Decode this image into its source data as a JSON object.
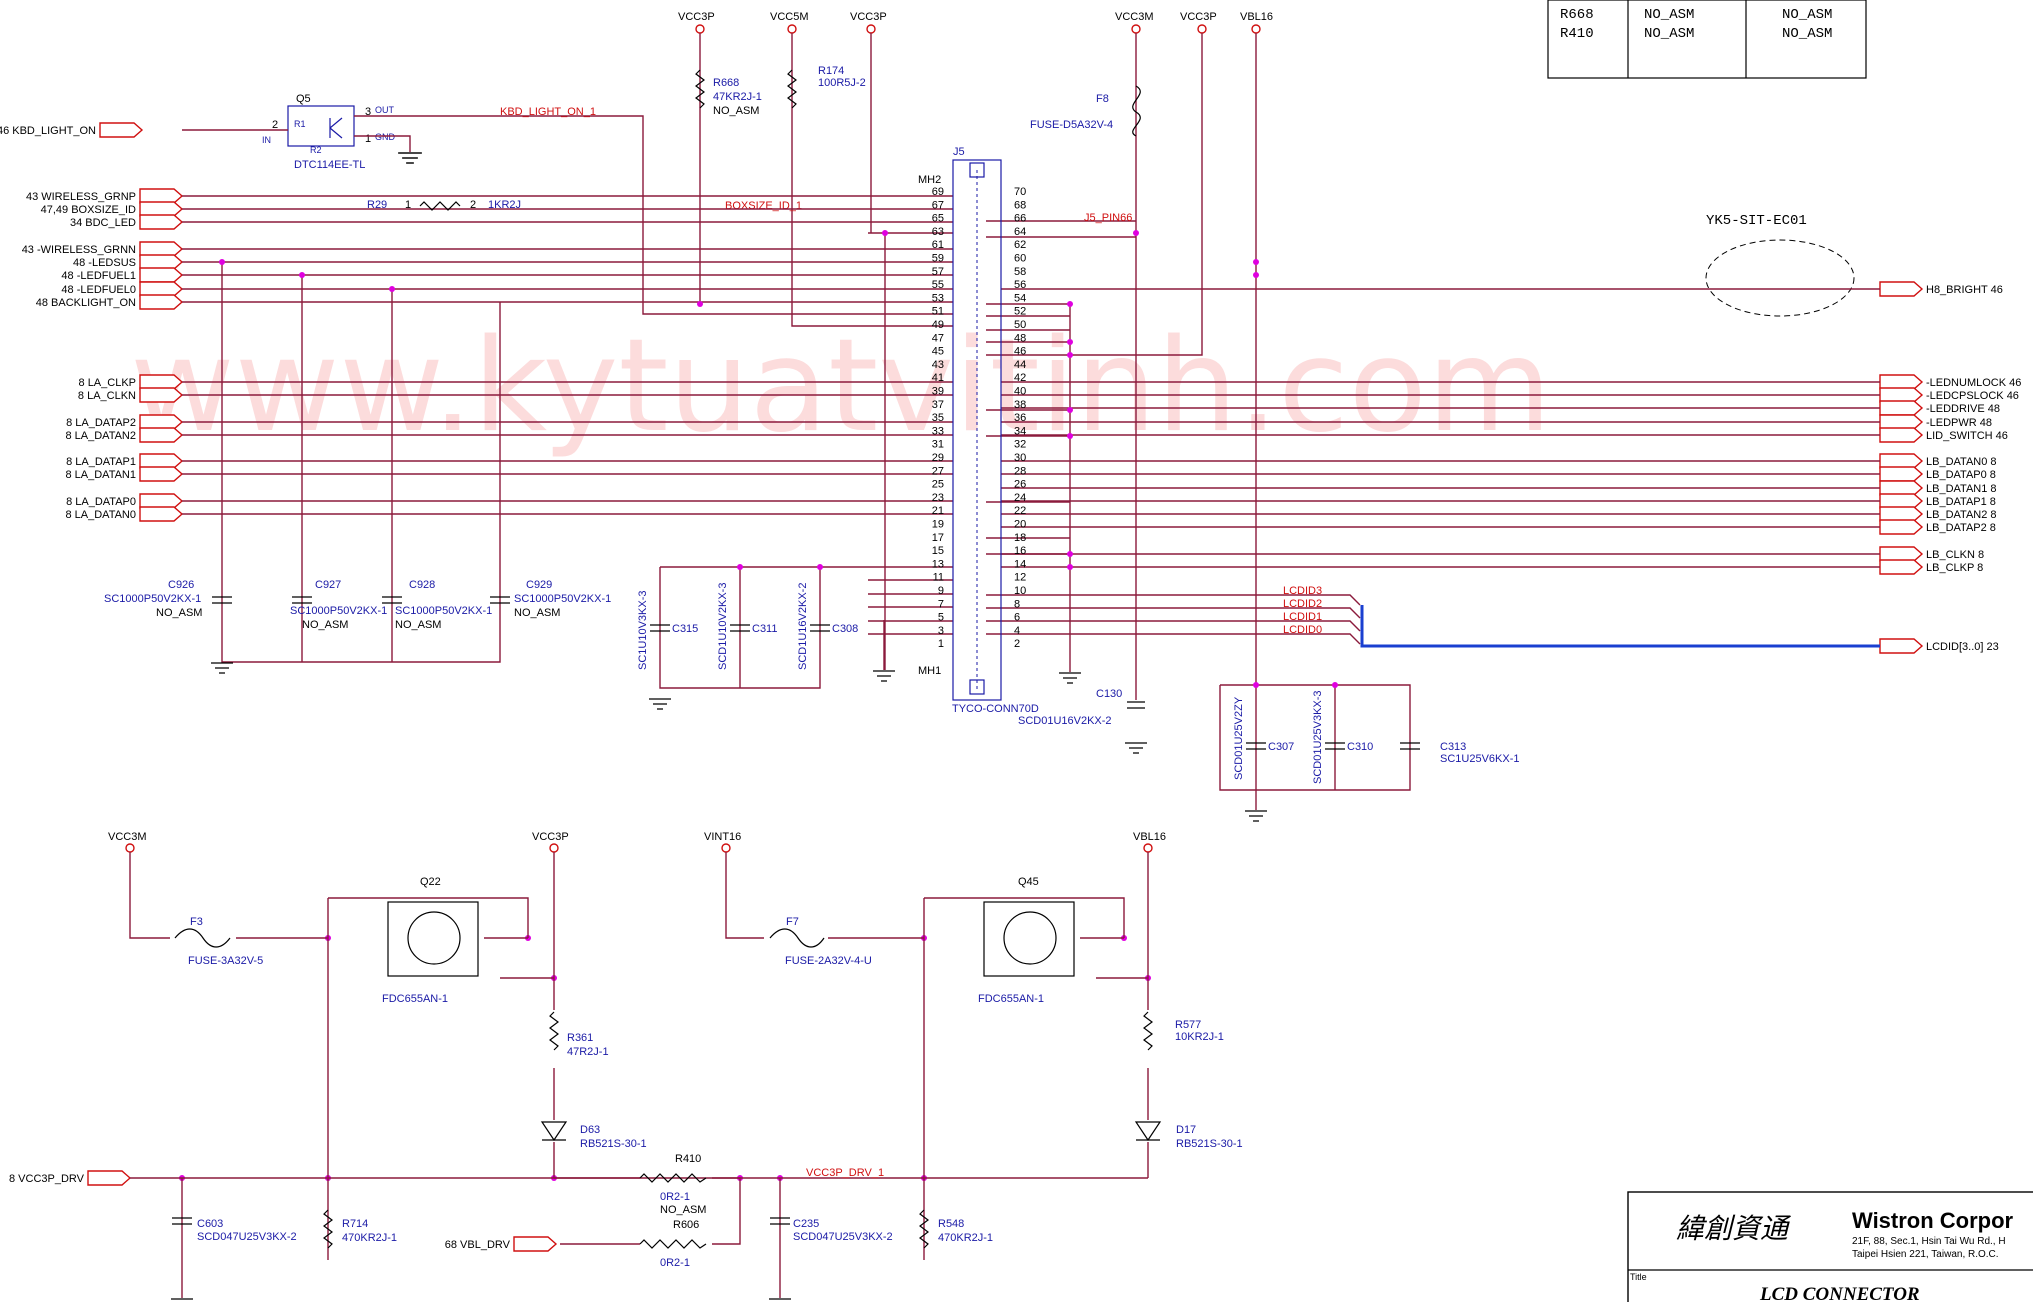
{
  "watermark": "www.kytuatvitinh.com",
  "signature": "YK5-SIT-EC01",
  "power_labels": {
    "top_vcc3p_a": "VCC3P",
    "top_vcc5m": "VCC5M",
    "top_vcc3p_b": "VCC3P",
    "top_vcc3m": "VCC3M",
    "top_vcc3p_c": "VCC3P",
    "top_vbl16": "VBL16",
    "bot_vcc3m": "VCC3M",
    "bot_vcc3p": "VCC3P",
    "bot_vint16": "VINT16",
    "bot_vbl16": "VBL16"
  },
  "table": {
    "rows": [
      [
        "R668",
        "NO_ASM",
        "NO_ASM"
      ],
      [
        "R410",
        "NO_ASM",
        "NO_ASM"
      ]
    ]
  },
  "left_nets": [
    {
      "page": "46",
      "name": "KBD_LIGHT_ON"
    },
    {
      "page": "43",
      "name": "WIRELESS_GRNP"
    },
    {
      "page": "47,49",
      "name": "BOXSIZE_ID"
    },
    {
      "page": "34",
      "name": "BDC_LED"
    },
    {
      "page": "43",
      "name": "-WIRELESS_GRNN"
    },
    {
      "page": "48",
      "name": "-LEDSUS"
    },
    {
      "page": "48",
      "name": "-LEDFUEL1"
    },
    {
      "page": "48",
      "name": "-LEDFUEL0"
    },
    {
      "page": "48",
      "name": "BACKLIGHT_ON"
    },
    {
      "page": "8",
      "name": "LA_CLKP"
    },
    {
      "page": "8",
      "name": "LA_CLKN"
    },
    {
      "page": "8",
      "name": "LA_DATAP2"
    },
    {
      "page": "8",
      "name": "LA_DATAN2"
    },
    {
      "page": "8",
      "name": "LA_DATAP1"
    },
    {
      "page": "8",
      "name": "LA_DATAN1"
    },
    {
      "page": "8",
      "name": "LA_DATAP0"
    },
    {
      "page": "8",
      "name": "LA_DATAN0"
    },
    {
      "page": "8",
      "name": "VCC3P_DRV"
    },
    {
      "page": "68",
      "name": "VBL_DRV"
    }
  ],
  "right_nets": [
    {
      "name": "H8_BRIGHT",
      "page": "46"
    },
    {
      "name": "-LEDNUMLOCK",
      "page": "46"
    },
    {
      "name": "-LEDCPSLOCK",
      "page": "46"
    },
    {
      "name": "-LEDDRIVE",
      "page": "48"
    },
    {
      "name": "-LEDPWR",
      "page": "48"
    },
    {
      "name": "LID_SWITCH",
      "page": "46"
    },
    {
      "name": "LB_DATAN0",
      "page": "8"
    },
    {
      "name": "LB_DATAP0",
      "page": "8"
    },
    {
      "name": "LB_DATAN1",
      "page": "8"
    },
    {
      "name": "LB_DATAP1",
      "page": "8"
    },
    {
      "name": "LB_DATAN2",
      "page": "8"
    },
    {
      "name": "LB_DATAP2",
      "page": "8"
    },
    {
      "name": "LB_CLKN",
      "page": "8"
    },
    {
      "name": "LB_CLKP",
      "page": "8"
    },
    {
      "name": "LCDID[3..0]",
      "page": "23"
    }
  ],
  "net_names": {
    "kbd_light": "KBD_LIGHT_ON_1",
    "boxsize": "BOXSIZE_ID_1",
    "j5pin66": "J5_PIN66",
    "lcdid3": "LCDID3",
    "lcdid2": "LCDID2",
    "lcdid1": "LCDID1",
    "lcdid0": "LCDID0",
    "vcc3p_drv1": "VCC3P_DRV_1"
  },
  "components": {
    "q5": {
      "ref": "Q5",
      "part": "DTC114EE-TL",
      "in": "IN",
      "out": "OUT",
      "gnd": "GND",
      "r1": "R1",
      "r2": "R2",
      "p1": "1",
      "p2": "2",
      "p3": "3"
    },
    "r668": {
      "ref": "R668",
      "value": "47KR2J-1",
      "note": "NO_ASM"
    },
    "r174": {
      "ref": "R174",
      "value": "100R5J-2"
    },
    "f8": {
      "ref": "F8",
      "value": "FUSE-D5A32V-4"
    },
    "r29": {
      "ref": "R29",
      "value": "1KR2J",
      "p1": "1",
      "p2": "2"
    },
    "j5": {
      "ref": "J5",
      "part": "TYCO-CONN70D",
      "mh2": "MH2",
      "mh1": "MH1"
    },
    "c130": {
      "ref": "C130",
      "value": "SCD01U16V2KX-2"
    },
    "c926": {
      "ref": "C926",
      "value": "SC1000P50V2KX-1",
      "note": "NO_ASM"
    },
    "c927": {
      "ref": "C927",
      "value": "SC1000P50V2KX-1",
      "note": "NO_ASM"
    },
    "c928": {
      "ref": "C928",
      "value": "SC1000P50V2KX-1",
      "note": "NO_ASM"
    },
    "c929": {
      "ref": "C929",
      "value": "SC1000P50V2KX-1",
      "note": "NO_ASM"
    },
    "c315": {
      "ref": "C315",
      "value": "SC1U10V3KX-3"
    },
    "c311": {
      "ref": "C311",
      "value": "SCD1U10V2KX-3"
    },
    "c308": {
      "ref": "C308",
      "value": "SCD1U16V2KX-2"
    },
    "c307": {
      "ref": "C307",
      "value": "SCD01U25V2ZY"
    },
    "c310": {
      "ref": "C310",
      "value": "SCD01U25V3KX-3"
    },
    "c313": {
      "ref": "C313",
      "value": "SC1U25V6KX-1"
    },
    "f3": {
      "ref": "F3",
      "value": "FUSE-3A32V-5"
    },
    "q22": {
      "ref": "Q22",
      "part": "FDC655AN-1"
    },
    "r361": {
      "ref": "R361",
      "value": "47R2J-1"
    },
    "d63": {
      "ref": "D63",
      "value": "RB521S-30-1"
    },
    "r410": {
      "ref": "R410",
      "value": "0R2-1",
      "note": "NO_ASM"
    },
    "r606": {
      "ref": "R606",
      "value": "0R2-1"
    },
    "c603": {
      "ref": "C603",
      "value": "SCD047U25V3KX-2"
    },
    "r714": {
      "ref": "R714",
      "value": "470KR2J-1"
    },
    "f7": {
      "ref": "F7",
      "value": "FUSE-2A32V-4-U"
    },
    "q45": {
      "ref": "Q45",
      "part": "FDC655AN-1"
    },
    "r577": {
      "ref": "R577",
      "value": "10KR2J-1"
    },
    "d17": {
      "ref": "D17",
      "value": "RB521S-30-1"
    },
    "c235": {
      "ref": "C235",
      "value": "SCD047U25V3KX-2"
    },
    "r548": {
      "ref": "R548",
      "value": "470KR2J-1"
    }
  },
  "title_block": {
    "company_cn": "緯創資通",
    "company": "Wistron Corpor",
    "address1": "21F, 88, Sec.1, Hsin Tai Wu Rd., H",
    "address2": "Taipei Hsien 221, Taiwan, R.O.C.",
    "title_label": "Title",
    "title": "LCD CONNECTOR"
  },
  "colors": {
    "wire": "#8b1a3c",
    "label_red": "#d01010",
    "component_blue": "#1a1aa6",
    "junction": "#e000e0",
    "bus": "#1a3fd0"
  }
}
